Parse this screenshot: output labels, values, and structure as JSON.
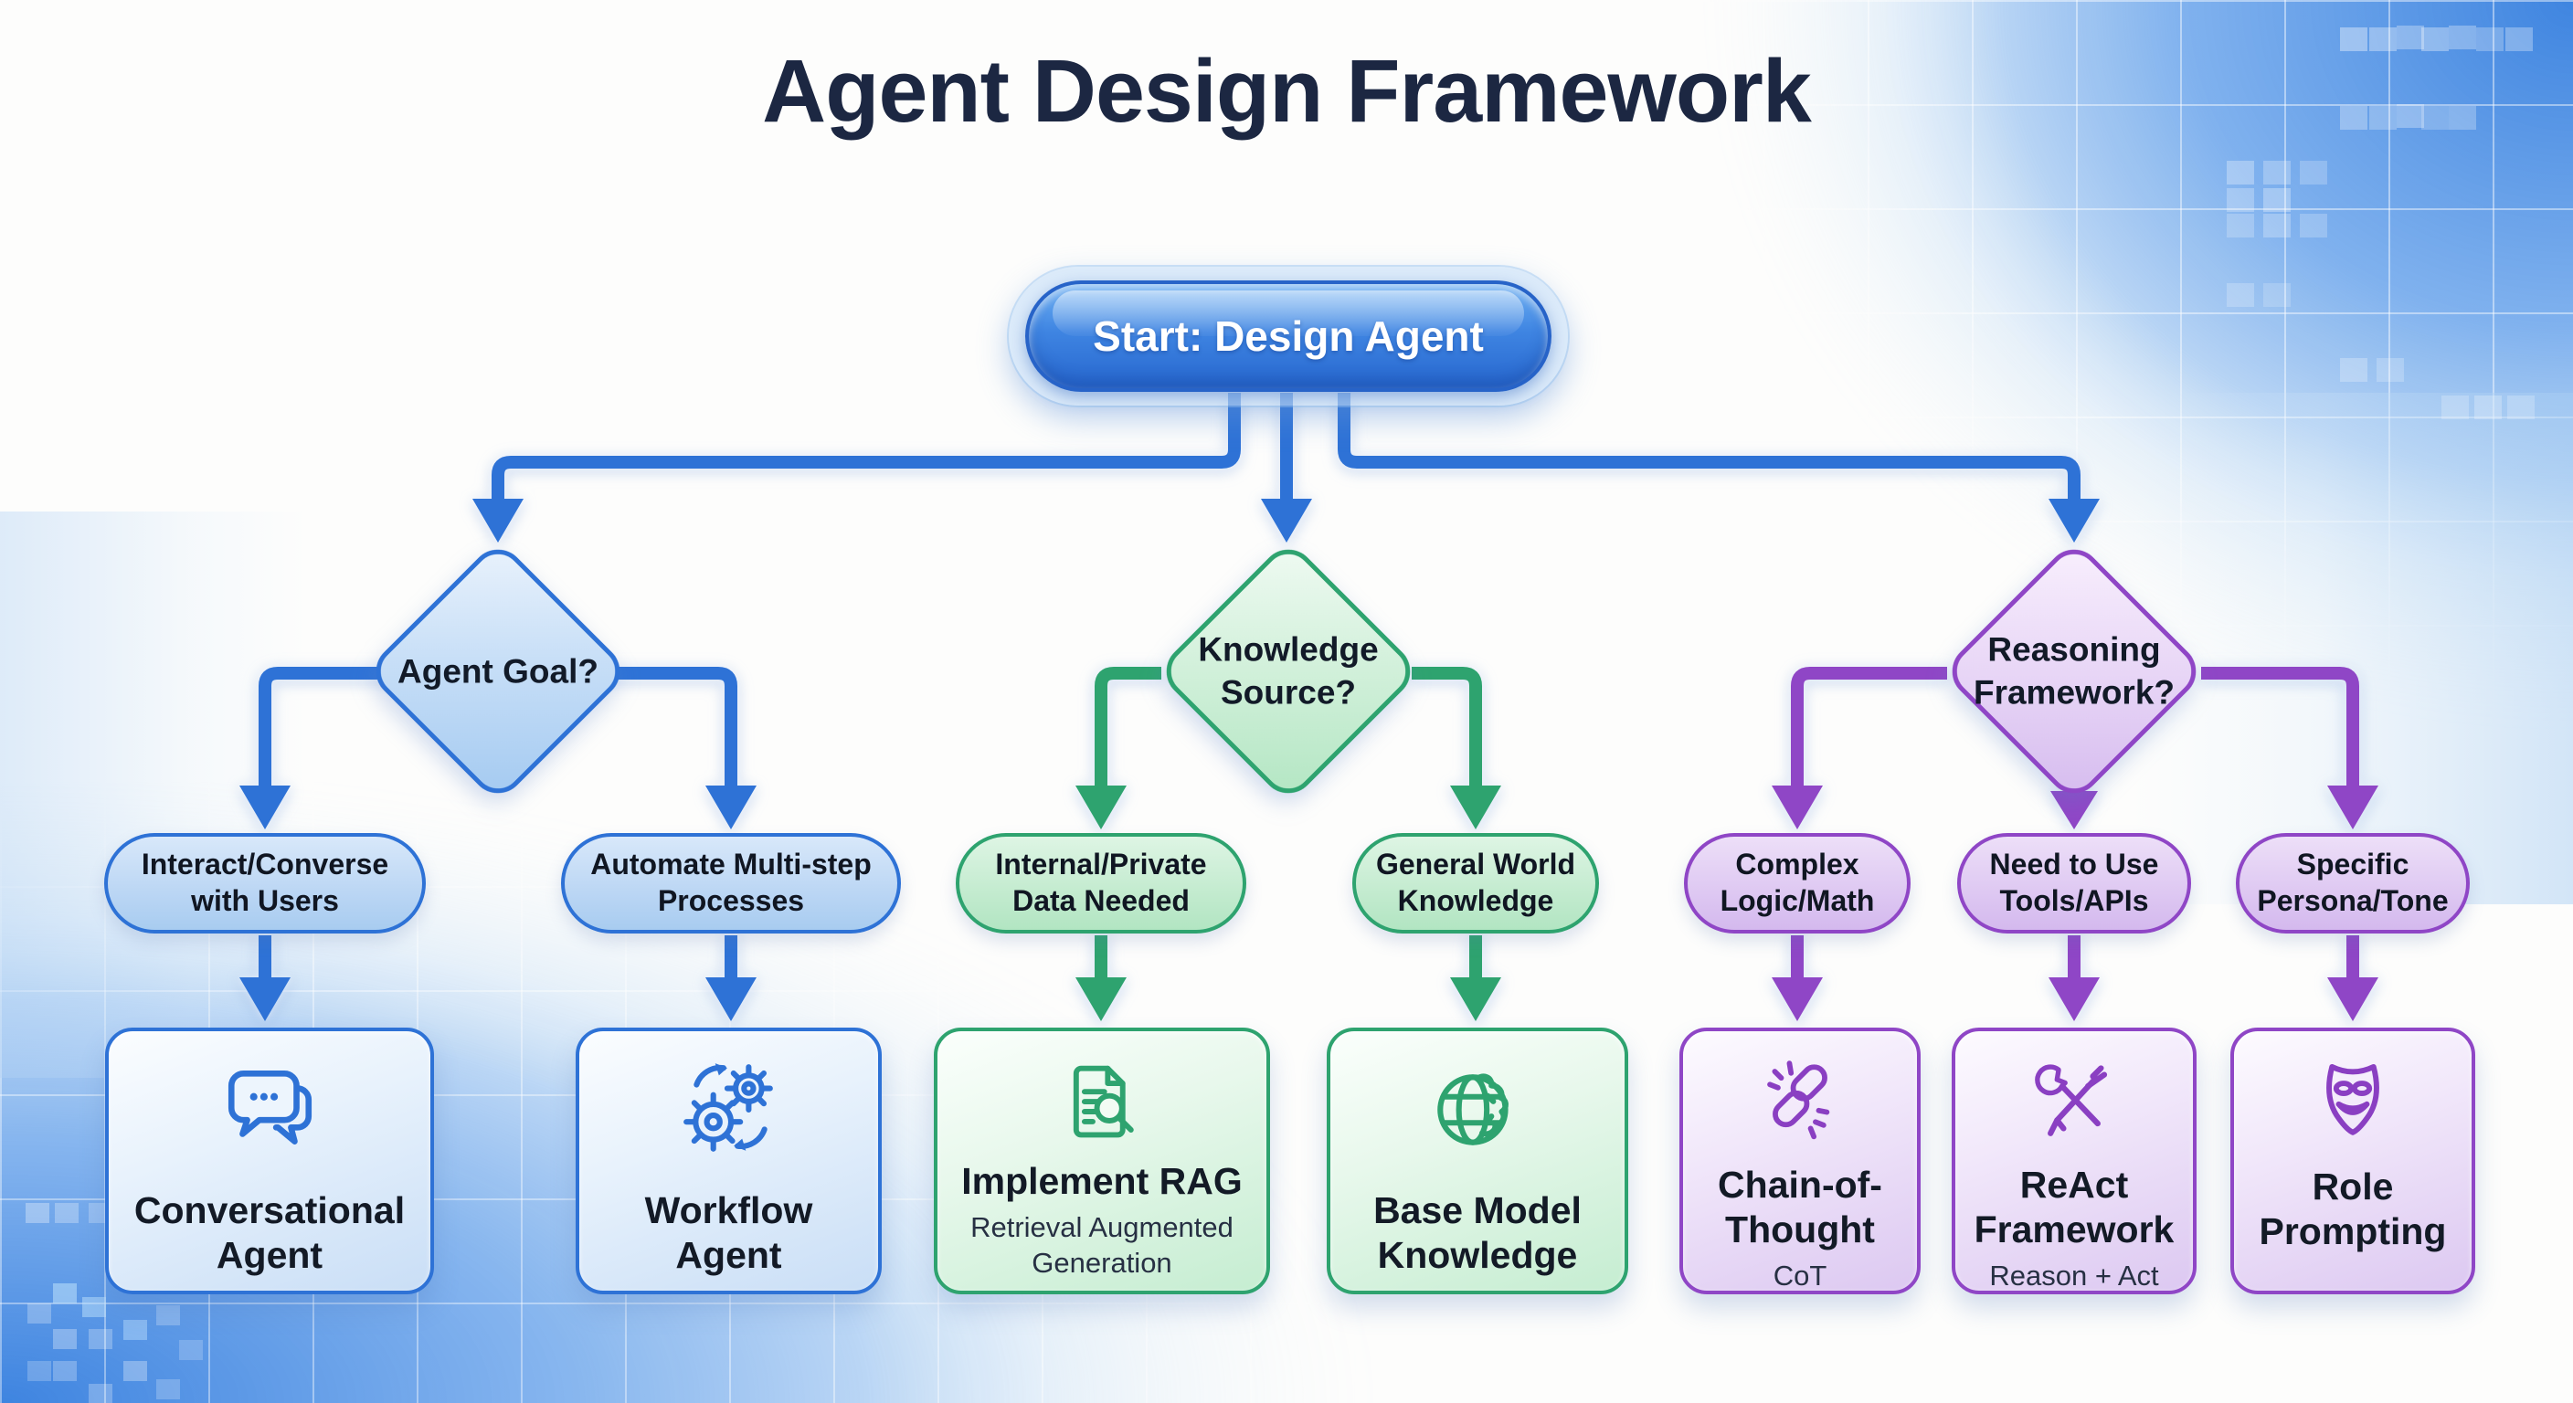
{
  "title": "Agent Design Framework",
  "start": {
    "label": "Start: Design Agent"
  },
  "branches": [
    {
      "question": "Agent Goal?",
      "color_name": "blue",
      "options": [
        {
          "label": "Interact/Converse with Users",
          "result": {
            "title": "Conversational Agent",
            "icon": "chat-bubbles-icon"
          }
        },
        {
          "label": "Automate Multi-step Processes",
          "result": {
            "title": "Workflow Agent",
            "icon": "gears-icon"
          }
        }
      ]
    },
    {
      "question": "Knowledge Source?",
      "color_name": "green",
      "options": [
        {
          "label": "Internal/Private Data Needed",
          "result": {
            "title": "Implement RAG",
            "subtitle": "Retrieval Augmented Generation",
            "icon": "document-search-icon"
          }
        },
        {
          "label": "General World Knowledge",
          "result": {
            "title": "Base Model Knowledge",
            "icon": "globe-brain-icon"
          }
        }
      ]
    },
    {
      "question": "Reasoning Framework?",
      "color_name": "purple",
      "options": [
        {
          "label": "Complex Logic/Math",
          "result": {
            "title": "Chain-of-Thought",
            "subtitle": "CoT",
            "icon": "broken-chain-icon"
          }
        },
        {
          "label": "Need to Use Tools/APIs",
          "result": {
            "title": "ReAct Framework",
            "subtitle": "Reason + Act",
            "icon": "tools-icon"
          }
        },
        {
          "label": "Specific Persona/Tone",
          "result": {
            "title": "Role Prompting",
            "icon": "theater-mask-icon"
          }
        }
      ]
    }
  ],
  "colors": {
    "blue": "#2e72d6",
    "green": "#2ea36f",
    "purple": "#8f46c6",
    "title_text": "#1c2742",
    "node_text": "#121a28"
  }
}
